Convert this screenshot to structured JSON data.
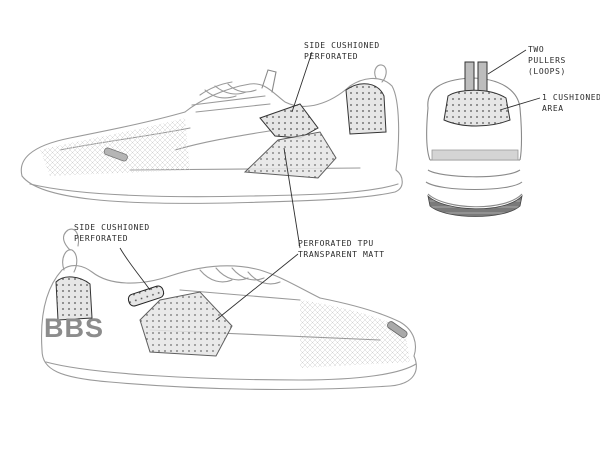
{
  "annotations": {
    "side_cushioned_top": [
      "Side cushioned",
      "perforated"
    ],
    "two_pullers": [
      "Two",
      "pullers",
      "(loops)"
    ],
    "cushioned_area": [
      "1 cushioned",
      "area"
    ],
    "side_cushioned_bottom": [
      "Side cushioned",
      "perforated"
    ],
    "perforated_tpu": [
      "Perforated TPU",
      "transparent matt"
    ]
  },
  "brand_mark": "BBS",
  "colors": {
    "sketch_line": "#9a9a9a",
    "ink_line": "#3a3a3a",
    "shading": "#c9c9c9",
    "brand_grey": "#8c8c8c"
  }
}
